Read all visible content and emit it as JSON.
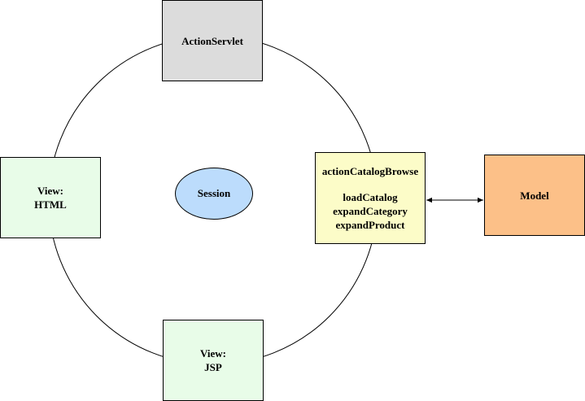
{
  "nodes": {
    "action_servlet": {
      "label": "ActionServlet",
      "fill": "#dcdcdc"
    },
    "view_html": {
      "line1": "View:",
      "line2": "HTML",
      "fill": "#e8fce8"
    },
    "view_jsp": {
      "line1": "View:",
      "line2": "JSP",
      "fill": "#e8fce8"
    },
    "session": {
      "label": "Session",
      "fill": "#bcdcfc"
    },
    "action_catalog": {
      "title": "actionCatalogBrowse",
      "methods": [
        "loadCatalog",
        "expandCategory",
        "expandProduct"
      ],
      "fill": "#fcfcc8"
    },
    "model": {
      "label": "Model",
      "fill": "#fcc088"
    }
  },
  "connectors": {
    "cycle": {
      "type": "circle",
      "stroke": "#000000"
    },
    "action_model": {
      "type": "bidirectional-arrow",
      "stroke": "#000000"
    }
  }
}
